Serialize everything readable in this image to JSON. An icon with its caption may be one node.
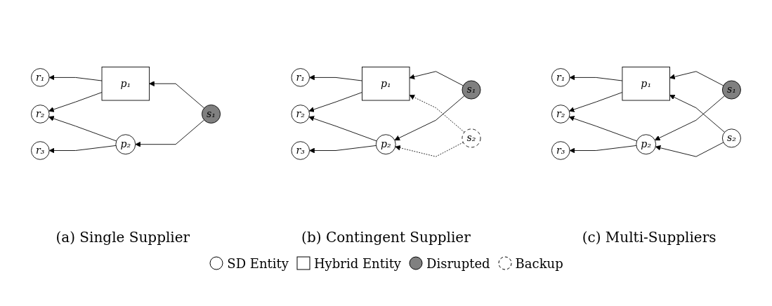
{
  "diagram": {
    "nodes": [
      {
        "text": [
          "r₁"
        ]
      },
      {
        "text": [
          "p₁"
        ]
      },
      {
        "text": [
          "r₂"
        ]
      },
      {
        "text": [
          "s₁"
        ]
      },
      {
        "text": [
          "p₂"
        ]
      },
      {
        "text": [
          "r₃"
        ]
      },
      {
        "text": [
          "r₁"
        ]
      },
      {
        "text": [
          "p₁"
        ]
      },
      {
        "text": [
          "s₁"
        ]
      },
      {
        "text": [
          "r₂"
        ]
      },
      {
        "text": [
          "p₂"
        ]
      },
      {
        "text": [
          "s₂"
        ]
      },
      {
        "text": [
          "r₃"
        ]
      },
      {
        "text": [
          "r₁"
        ]
      },
      {
        "text": [
          "p₁"
        ]
      },
      {
        "text": [
          "s₁"
        ]
      },
      {
        "text": [
          "r₂"
        ]
      },
      {
        "text": [
          "p₂"
        ]
      },
      {
        "text": [
          "s₂"
        ]
      },
      {
        "text": [
          "r₃"
        ]
      }
    ],
    "edges": [
      {
        "from": 1,
        "to": 0,
        "arrow": "to"
      },
      {
        "from": 1,
        "to": 2,
        "arrow": "to"
      },
      {
        "from": 3,
        "to": 1,
        "arrow": "to"
      },
      {
        "from": 3,
        "to": 4,
        "arrow": "to"
      },
      {
        "from": 4,
        "to": 2,
        "arrow": "to"
      },
      {
        "from": 4,
        "to": 5,
        "arrow": "to"
      },
      {
        "from": 7,
        "to": 6,
        "arrow": "to"
      },
      {
        "from": 7,
        "to": 9,
        "arrow": "to"
      },
      {
        "from": 8,
        "to": 7,
        "arrow": "to"
      },
      {
        "from": 8,
        "to": 10,
        "arrow": "to"
      },
      {
        "from": 11,
        "to": 7,
        "arrow": "to",
        "style": "dashed"
      },
      {
        "from": 11,
        "to": 10,
        "arrow": "to",
        "style": "dashed"
      },
      {
        "from": 10,
        "to": 9,
        "arrow": "to"
      },
      {
        "from": 10,
        "to": 12,
        "arrow": "to"
      },
      {
        "from": 14,
        "to": 13,
        "arrow": "to"
      },
      {
        "from": 14,
        "to": 16,
        "arrow": "to"
      },
      {
        "from": 15,
        "to": 14,
        "arrow": "to"
      },
      {
        "from": 15,
        "to": 17,
        "arrow": "to"
      },
      {
        "from": 18,
        "to": 14,
        "arrow": "to"
      },
      {
        "from": 18,
        "to": 17,
        "arrow": "to"
      },
      {
        "from": 17,
        "to": 16,
        "arrow": "to"
      },
      {
        "from": 17,
        "to": 19,
        "arrow": "to"
      }
    ],
    "labels": [
      "(a) Single Supplier",
      "(b) Contingent Supplier",
      "(c) Multi-Suppliers"
    ],
    "legend": [
      {
        "text": "SD Entity"
      },
      {
        "text": "Hybrid Entity"
      },
      {
        "text": "Disrupted"
      },
      {
        "text": "Backup"
      }
    ]
  }
}
